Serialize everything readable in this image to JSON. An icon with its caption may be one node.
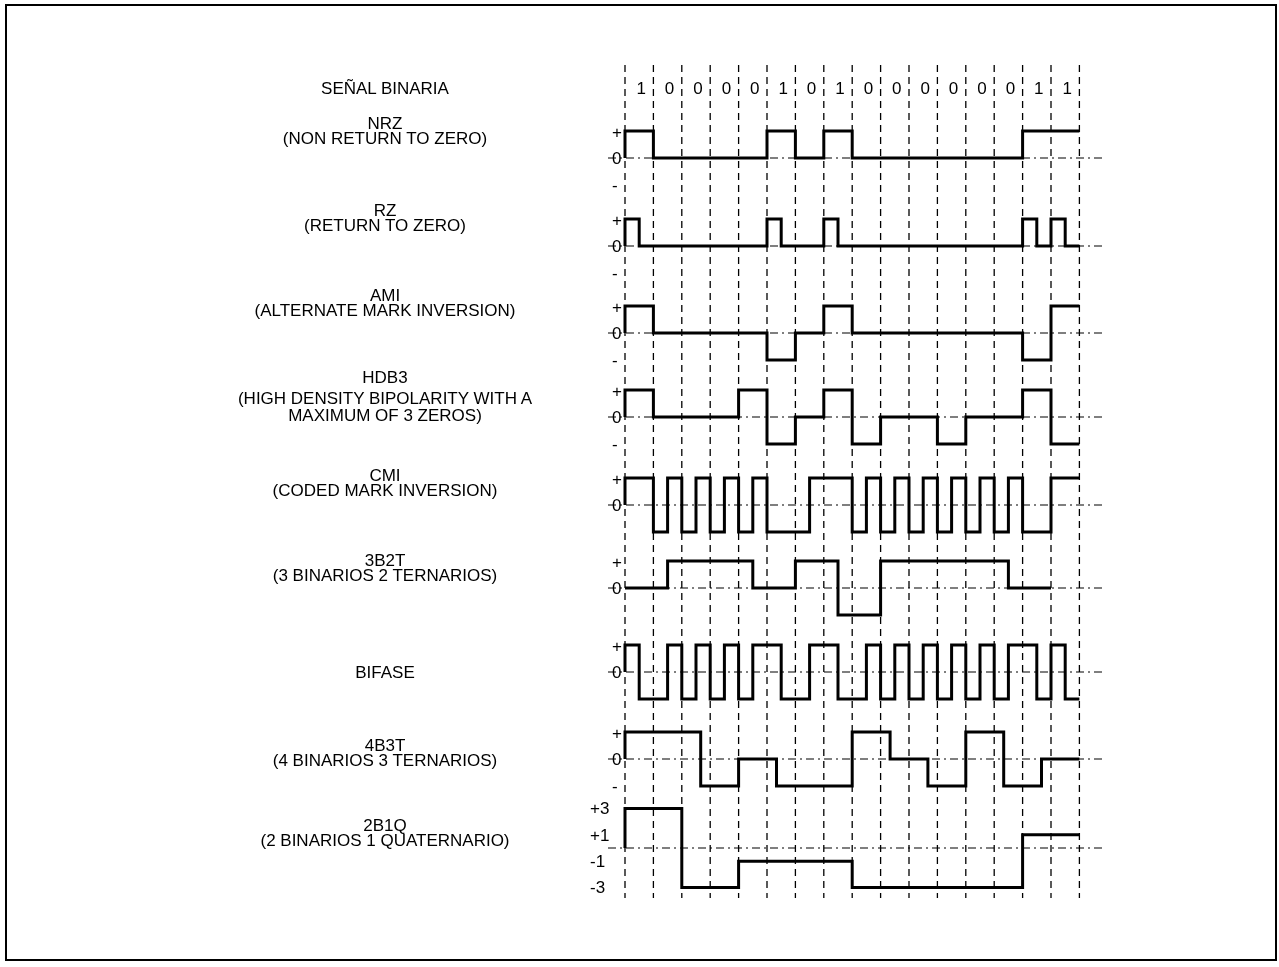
{
  "diagram": {
    "labels": [
      "SEÑAL BINARIA",
      "1",
      "0",
      "0",
      "0",
      "0",
      "1",
      "0",
      "1",
      "0",
      "0",
      "0",
      "0",
      "0",
      "0",
      "1",
      "1",
      "NRZ",
      "(NON RETURN TO ZERO)",
      "+",
      "0",
      "-",
      "RZ",
      "(RETURN TO ZERO)",
      "+",
      "0",
      "-",
      "AMI",
      "(ALTERNATE MARK INVERSION)",
      "+",
      "0",
      "-",
      "HDB3",
      "(HIGH DENSITY BIPOLARITY WITH A MAXIMUM OF 3 ZEROS)",
      "+",
      "0",
      "-",
      "CMI",
      "(CODED MARK INVERSION)",
      "+",
      "0",
      "3B2T",
      "(3 BINARIOS 2 TERNARIOS)",
      "+",
      "0",
      "BIFASE",
      "+",
      "0",
      "4B3T",
      "(4 BINARIOS 3 TERNARIOS)",
      "+",
      "0",
      "-",
      "2B1Q",
      "(2 BINARIOS 1 QUATERNARIO)",
      "+3",
      "+1",
      "-1",
      "-3"
    ]
  }
}
